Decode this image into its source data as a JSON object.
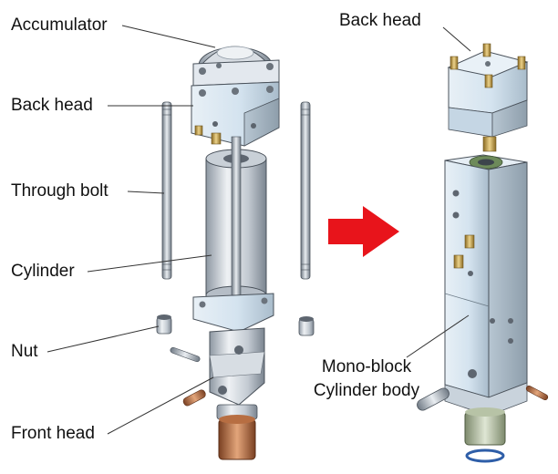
{
  "labels": {
    "accumulator": "Accumulator",
    "back_head_left": "Back head",
    "through_bolt": "Through bolt",
    "cylinder": "Cylinder",
    "nut": "Nut",
    "front_head": "Front head",
    "back_head_right": "Back head",
    "mono_block_line1": "Mono-block",
    "mono_block_line2": "Cylinder body"
  },
  "colors": {
    "arrow": "#e8141b",
    "steel_light": "#dfe4ea",
    "steel_mid": "#b9c1ca",
    "steel_dark": "#7d8793",
    "block_blue": "#cfe3f1",
    "brass": "#c9a24a",
    "copper": "#c0784a",
    "leader": "#333333"
  }
}
